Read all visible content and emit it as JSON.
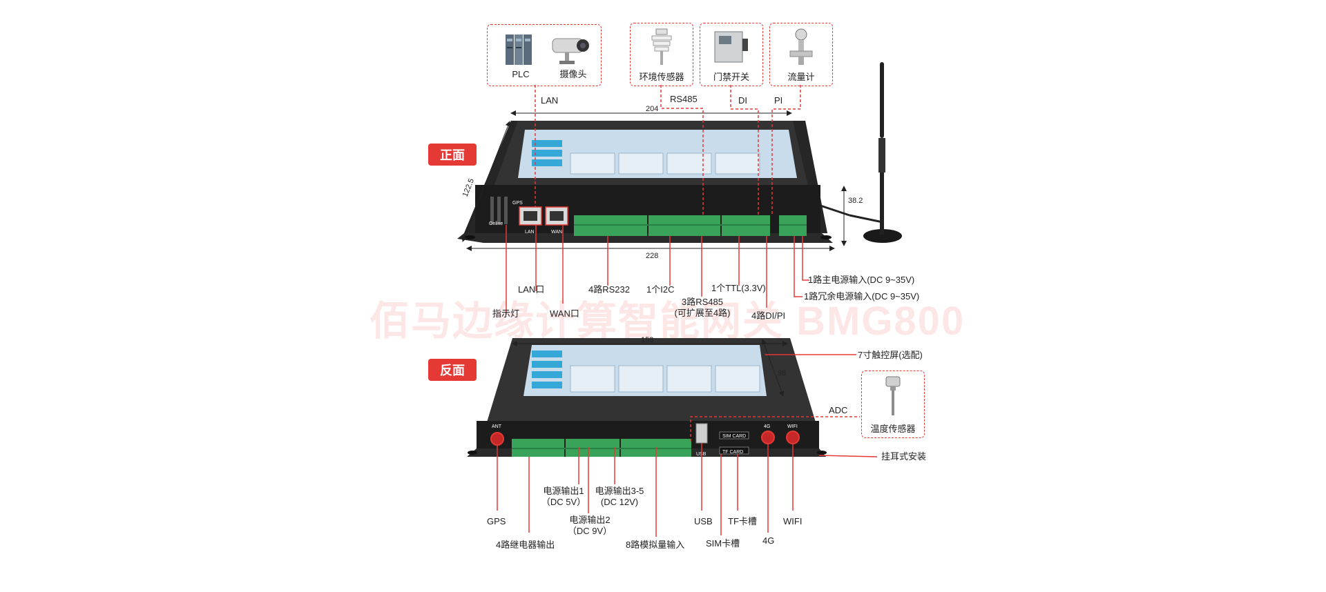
{
  "front_tag": "正面",
  "back_tag": "反面",
  "watermark": "佰马边缘计算智能网关 BMG800",
  "devices_top": {
    "plc": "PLC",
    "camera": "摄像头",
    "env_sensor": "环境传感器",
    "door_switch": "门禁开关",
    "flow_meter": "流量计"
  },
  "bus_labels": {
    "lan": "LAN",
    "rs485": "RS485",
    "di": "DI",
    "pi": "PI"
  },
  "front_dims": {
    "width": "204",
    "depth": "122.5",
    "height": "38.2",
    "base": "228"
  },
  "front_ports": {
    "indicator": "指示灯",
    "lan_port": "LAN口",
    "wan_port": "WAN口",
    "rs232": "4路RS232",
    "i2c": "1个I2C",
    "rs485_line1": "3路RS485",
    "rs485_line2": "(可扩展至4路)",
    "ttl": "1个TTL(3.3V)",
    "dipi": "4路DI/PI",
    "main_power": "1路主电源输入(DC 9~35V)",
    "redundant_power": "1路冗余电源输入(DC 9~35V)"
  },
  "back_dims": {
    "width": "153",
    "height": "98"
  },
  "back_ports": {
    "touchscreen": "7寸触控屏(选配)",
    "adc": "ADC",
    "temp_sensor": "温度传感器",
    "ear_mount": "挂耳式安装",
    "gps": "GPS",
    "relay": "4路继电器输出",
    "pwr1_line1": "电源输出1",
    "pwr1_line2": "（DC 5V）",
    "pwr2_line1": "电源输出2",
    "pwr2_line2": "（DC 9V）",
    "pwr35_line1": "电源输出3-5",
    "pwr35_line2": "(DC 12V)",
    "analog": "8路模拟量输入",
    "usb": "USB",
    "sim": "SIM卡槽",
    "tf": "TF卡槽",
    "g4": "4G",
    "wifi": "WIFI"
  },
  "device_text": {
    "lan": "LAN",
    "wan": "WAN",
    "gps_small": "GPS",
    "online": "Online",
    "ant": "ANT",
    "usb": "USB",
    "sim_card": "SIM CARD",
    "tf_card": "TF CARD",
    "g4": "4G",
    "wifi": "WIFI"
  },
  "colors": {
    "accent": "#e53935",
    "terminal": "#3aa35a",
    "chassis": "#1f1f1f",
    "screen": "#c9dcec"
  }
}
